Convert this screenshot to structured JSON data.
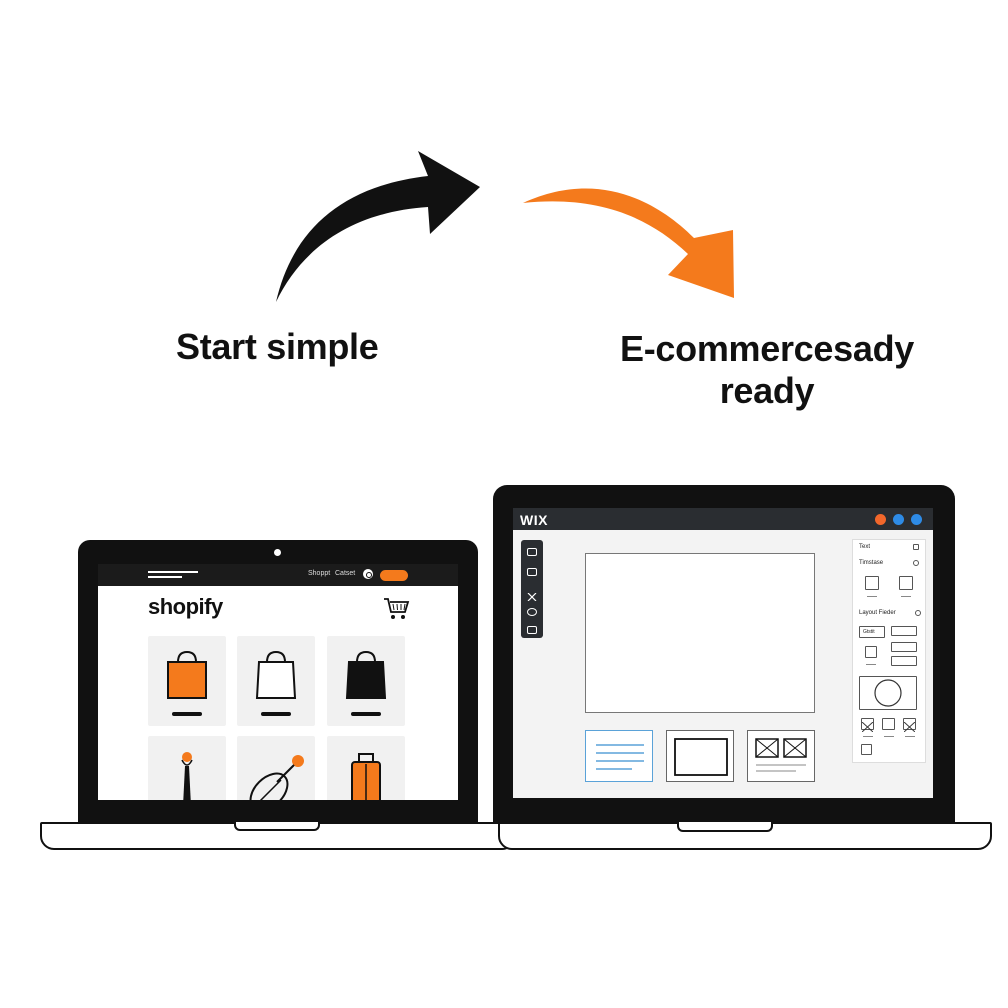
{
  "captions": {
    "left": "Start simple",
    "right_line1": "E-commercesady",
    "right_line2": "ready"
  },
  "colors": {
    "accent_orange": "#f47a1c",
    "dark": "#111111",
    "wix_blue": "#2e8be6",
    "wix_topbar": "#2a2d31"
  },
  "icons": {
    "left_arrow": "curved-arrow-black-icon",
    "right_arrow": "curved-arrow-orange-icon",
    "cart": "shopping-cart-icon"
  },
  "shopify": {
    "logo": "shopify",
    "nav_links": [
      "Shoppt",
      "Catset"
    ],
    "nav_button": ""
  },
  "wix": {
    "logo": "WIX",
    "panel": {
      "text_label": "Text",
      "section_label": "Timstase",
      "layout_label": "Layout Fieder",
      "button_label": "Gtstit"
    }
  }
}
